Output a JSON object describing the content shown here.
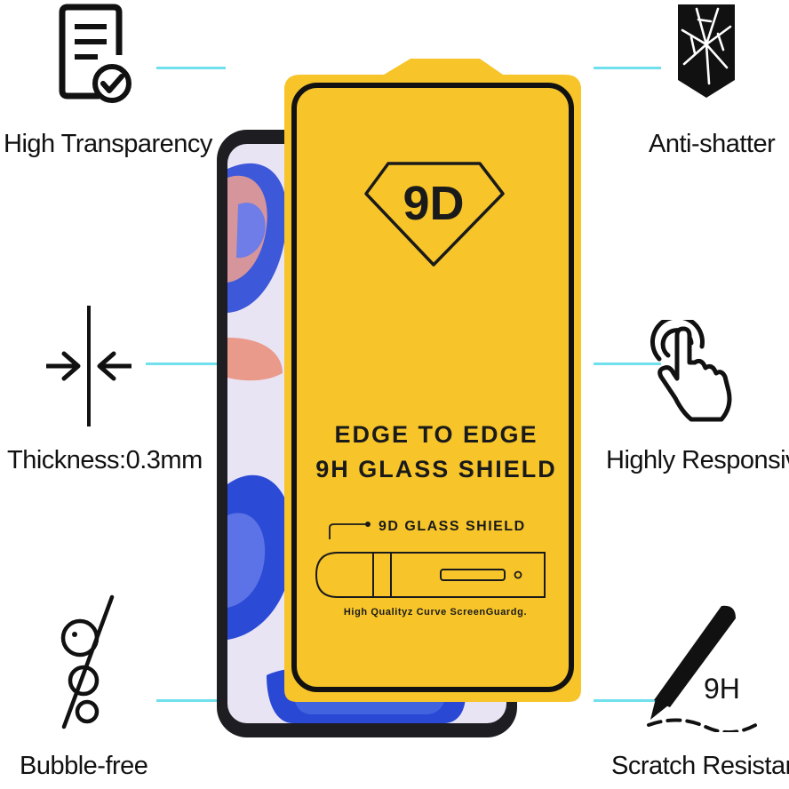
{
  "features": {
    "high_transparency": "High Transparency",
    "anti_shatter": "Anti-shatter",
    "thickness": "Thickness:0.3mm",
    "highly_responsive": "Highly Responsive",
    "bubble_free": "Bubble-free",
    "scratch_resistant": "Scratch Resistant"
  },
  "badge": {
    "text": "9D"
  },
  "headline": {
    "line1": "EDGE TO EDGE",
    "line2": "9H GLASS SHIELD"
  },
  "diagram": {
    "title": "9D GLASS SHIELD",
    "caption": "High Qualityz Curve ScreenGuardg."
  },
  "hardness_icon": {
    "text": "9H"
  },
  "icons": [
    "document-check-icon",
    "shattered-glass-icon",
    "thin-arrows-icon",
    "touch-hand-icon",
    "bubble-free-icon",
    "scratch-pen-icon"
  ],
  "colors": {
    "protector_yellow": "#f7c52a",
    "protector_border": "#121212",
    "connector": "#6fe0ec",
    "phone_body": "#1d1d22",
    "wallpaper_blue": "#2b4bd6",
    "wallpaper_bg": "#e9e4f4"
  }
}
